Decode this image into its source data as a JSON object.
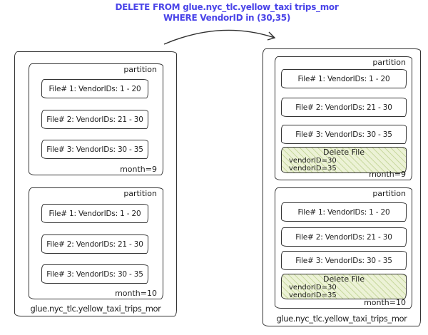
{
  "colors": {
    "title_text": "#4a44e8",
    "stroke": "#343434",
    "delete_fill": "#ecf2d6",
    "delete_hatch": "#c9d9a0"
  },
  "icons": {
    "arrow": "curved-arrow"
  },
  "query": {
    "line1": "DELETE FROM glue.nyc_tlc.yellow_taxi trips_mor",
    "line2": "WHERE VendorID in (30,35)"
  },
  "left_table": {
    "label": "glue.nyc_tlc.yellow_taxi_trips_mor",
    "partitions": [
      {
        "label": "partition",
        "files": [
          "File# 1: VendorIDs: 1 - 20",
          "File# 2: VendorIDs: 21 - 30",
          "File# 3: VendorIDs: 30 - 35"
        ],
        "footer": "month=9"
      },
      {
        "label": "partition",
        "files": [
          "File# 1: VendorIDs: 1 - 20",
          "File# 2: VendorIDs: 21 - 30",
          "File# 3: VendorIDs: 30 - 35"
        ],
        "footer": "month=10"
      }
    ]
  },
  "right_table": {
    "label": "glue.nyc_tlc.yellow_taxi_trips_mor",
    "partitions": [
      {
        "label": "partition",
        "files": [
          "File# 1: VendorIDs: 1 - 20",
          "File# 2: VendorIDs: 21 - 30",
          "File# 3: VendorIDs: 30 - 35"
        ],
        "delete_file": {
          "title": "Delete File",
          "rows": [
            "vendorID=30",
            "vendorID=35"
          ]
        },
        "footer": "month=9"
      },
      {
        "label": "partition",
        "files": [
          "File# 1: VendorIDs: 1 - 20",
          "File# 2: VendorIDs: 21 - 30",
          "File# 3: VendorIDs: 30 - 35"
        ],
        "delete_file": {
          "title": "Delete File",
          "rows": [
            "vendorID=30",
            "vendorID=35"
          ]
        },
        "footer": "month=10"
      }
    ]
  }
}
